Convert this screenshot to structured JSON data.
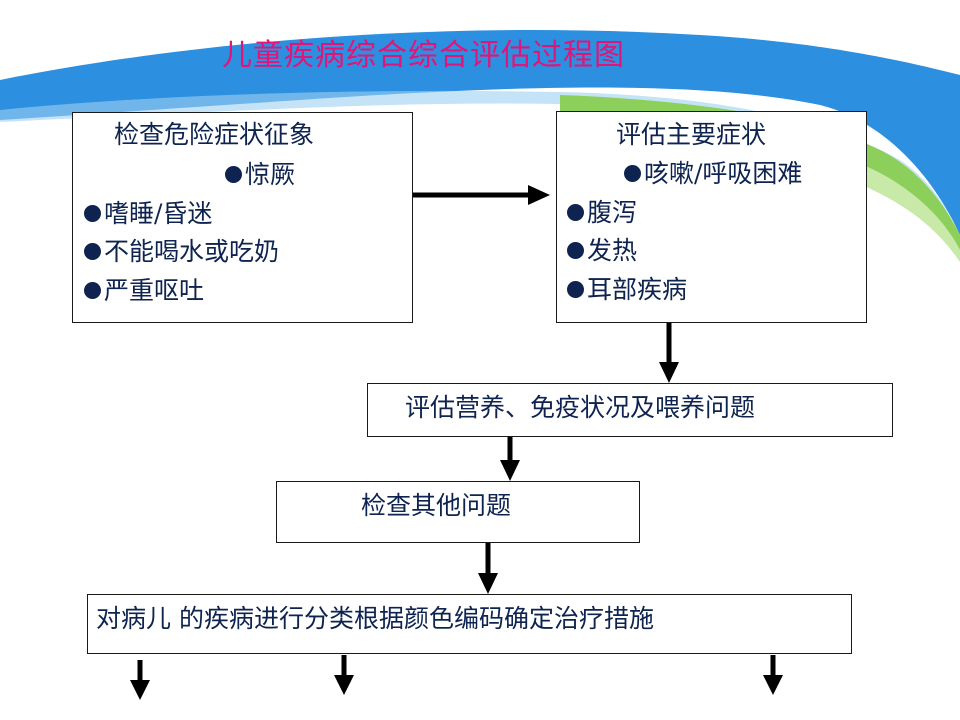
{
  "title": "儿童疾病综合综合评估过程图",
  "danger_box": {
    "heading": "检查危险症状征象",
    "items": [
      "惊厥",
      "嗜睡/昏迷",
      "不能喝水或吃奶",
      "严重呕吐"
    ]
  },
  "main_box": {
    "heading": "评估主要症状",
    "items": [
      "咳嗽/呼吸困难",
      "腹泻",
      "发热",
      "耳部疾病"
    ]
  },
  "nutrition_box": "评估营养、免疫状况及喂养问题",
  "other_box": "检查其他问题",
  "classify_box": "对病儿 的疾病进行分类根据颜色编码确定治疗措施"
}
